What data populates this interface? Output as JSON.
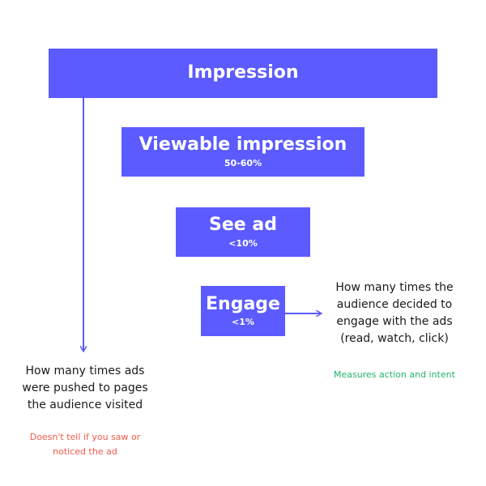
{
  "funnel": {
    "impression": {
      "title": "Impression",
      "subtitle": ""
    },
    "viewable": {
      "title": "Viewable impression",
      "subtitle": "50-60%"
    },
    "see_ad": {
      "title": "See ad",
      "subtitle": "<10%"
    },
    "engage": {
      "title": "Engage",
      "subtitle": "<1%"
    }
  },
  "notes": {
    "impression_description": "How many times ads were pushed to pages the audience visited",
    "impression_caveat": "Doesn't tell if you saw or noticed the ad",
    "engage_description": "How many times the audience decided to engage with the ads (read, watch, click)",
    "engage_caveat": "Measures action and intent"
  },
  "colors": {
    "box_fill": "#5b5bff",
    "box_text": "#ffffff",
    "caveat_red": "#f05a4a",
    "caveat_green": "#23b26b",
    "arrow": "#5b5bff"
  }
}
